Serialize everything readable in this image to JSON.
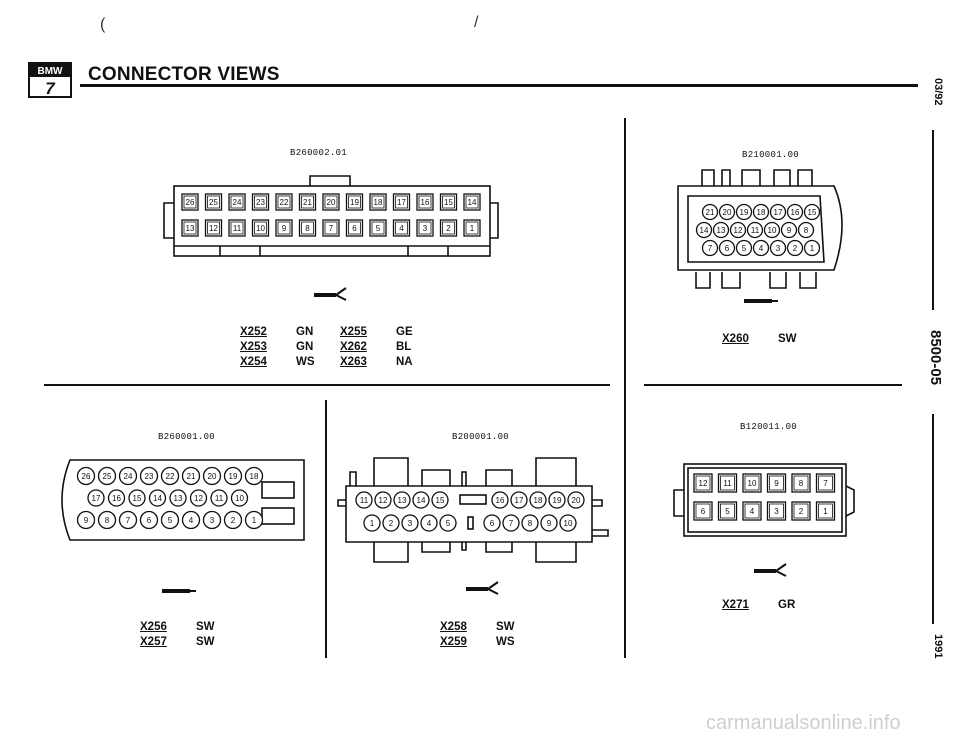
{
  "header": {
    "logo_text": "BMW",
    "logo_series": "7",
    "title": "CONNECTOR VIEWS"
  },
  "side": {
    "date": "03/92",
    "section": "8500-05",
    "year": "1991"
  },
  "connectors": [
    {
      "part": "B260002.01",
      "pins_top": [
        "26",
        "25",
        "24",
        "23",
        "22",
        "21",
        "20",
        "19",
        "18",
        "17",
        "16",
        "15",
        "14"
      ],
      "pins_bottom": [
        "13",
        "12",
        "11",
        "10",
        "9",
        "8",
        "7",
        "6",
        "5",
        "4",
        "3",
        "2",
        "1"
      ],
      "rows": [
        {
          "id": "X252",
          "color": "GN",
          "id2": "X255",
          "color2": "GE"
        },
        {
          "id": "X253",
          "color": "GN",
          "id2": "X262",
          "color2": "BL"
        },
        {
          "id": "X254",
          "color": "WS",
          "id2": "X263",
          "color2": "NA"
        }
      ]
    },
    {
      "part": "B210001.00",
      "pins_row1": [
        "21",
        "20",
        "19",
        "18",
        "17",
        "16",
        "15"
      ],
      "pins_row2": [
        "14",
        "13",
        "12",
        "11",
        "10",
        "9",
        "8"
      ],
      "pins_row3": [
        "7",
        "6",
        "5",
        "4",
        "3",
        "2",
        "1"
      ],
      "rows": [
        {
          "id": "X260",
          "color": "SW"
        }
      ]
    },
    {
      "part": "B260001.00",
      "pins_row1": [
        "26",
        "25",
        "24",
        "23",
        "22",
        "21",
        "20",
        "19",
        "18"
      ],
      "pins_row2": [
        "17",
        "16",
        "15",
        "14",
        "13",
        "12",
        "11",
        "10"
      ],
      "pins_row3": [
        "9",
        "8",
        "7",
        "6",
        "5",
        "4",
        "3",
        "2",
        "1"
      ],
      "rows": [
        {
          "id": "X256",
          "color": "SW"
        },
        {
          "id": "X257",
          "color": "SW"
        }
      ]
    },
    {
      "part": "B200001.00",
      "pins_top_left": [
        "11",
        "12",
        "13",
        "14",
        "15"
      ],
      "pins_top_right": [
        "16",
        "17",
        "18",
        "19",
        "20"
      ],
      "pins_bottom_left": [
        "1",
        "2",
        "3",
        "4",
        "5"
      ],
      "pins_bottom_right": [
        "6",
        "7",
        "8",
        "9",
        "10"
      ],
      "rows": [
        {
          "id": "X258",
          "color": "SW"
        },
        {
          "id": "X259",
          "color": "WS"
        }
      ]
    },
    {
      "part": "B120011.00",
      "pins_top": [
        "12",
        "11",
        "10",
        "9",
        "8",
        "7"
      ],
      "pins_bottom": [
        "6",
        "5",
        "4",
        "3",
        "2",
        "1"
      ],
      "rows": [
        {
          "id": "X271",
          "color": "GR"
        }
      ]
    }
  ],
  "watermark": "carmanualsonline.info"
}
